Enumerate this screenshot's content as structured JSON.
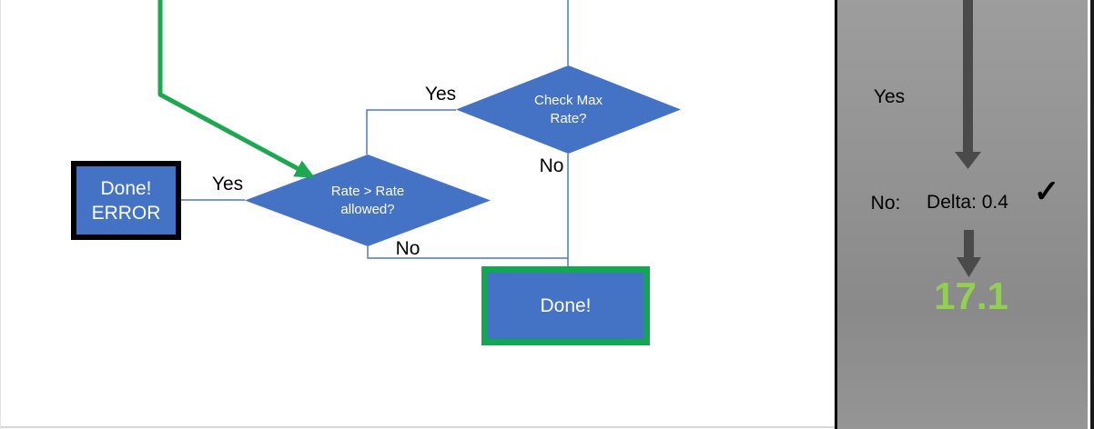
{
  "flowchart": {
    "check_max_diamond": {
      "line1": "Check Max",
      "line2": "Rate?"
    },
    "rate_allowed_diamond": {
      "line1": "Rate > Rate",
      "line2": "allowed?"
    },
    "done_error_box": {
      "line1": "Done!",
      "line2": "ERROR"
    },
    "done_box": {
      "label": "Done!"
    },
    "edge_labels": {
      "check_max_yes": "Yes",
      "check_max_no": "No",
      "rate_allowed_yes": "Yes",
      "rate_allowed_no": "No"
    }
  },
  "side_panel": {
    "yes_label": "Yes",
    "no_label": "No:",
    "delta_value": "Delta: 0.4",
    "checkmark_glyph": "✓",
    "result_value": "17.1"
  },
  "colors": {
    "shape_blue": "#4472C4",
    "flow_green": "#1CA750",
    "done_border_green": "#12A851",
    "result_green": "#92D050",
    "arrow_dark_gray": "#4A4A4A",
    "panel_gray": "#949494"
  }
}
